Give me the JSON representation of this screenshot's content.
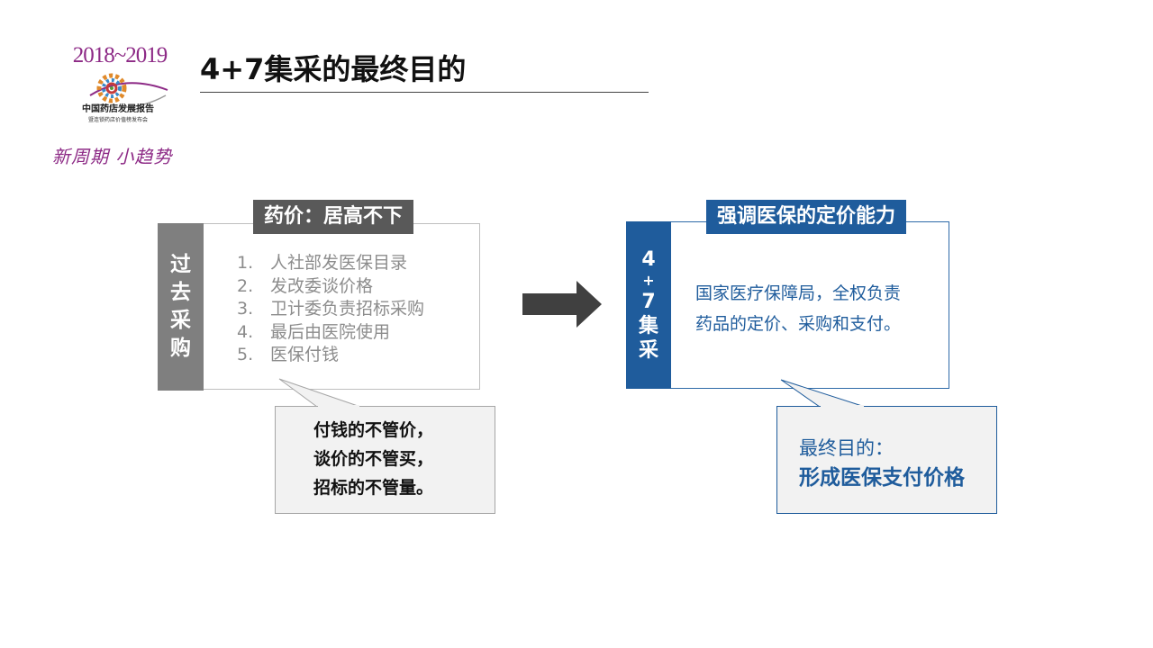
{
  "title": "4+7集采的最终目的",
  "logo": {
    "years": "2018~2019",
    "name": "中国药店发展报告",
    "subtitle": "暨连锁药店价值榜发布会",
    "slogan": "新周期 小趋势"
  },
  "left": {
    "tag": "药价：居高不下",
    "side_chars": [
      "过",
      "去",
      "采",
      "购"
    ],
    "steps": [
      {
        "num": "1.",
        "text": "人社部发医保目录"
      },
      {
        "num": "2.",
        "text": "发改委谈价格"
      },
      {
        "num": "3.",
        "text": "卫计委负责招标采购"
      },
      {
        "num": "4.",
        "text": "最后由医院使用"
      },
      {
        "num": "5.",
        "text": "医保付钱"
      }
    ],
    "callout_lines": [
      "付钱的不管价，",
      "谈价的不管买，",
      "招标的不管量。"
    ]
  },
  "right": {
    "tag": "强调医保的定价能力",
    "side_chars": [
      "4",
      "+",
      "7",
      "集",
      "采"
    ],
    "body_lines": [
      "国家医疗保障局，全权负责",
      "药品的定价、采购和支付。"
    ],
    "callout_line1": "最终目的：",
    "callout_line2": "形成医保支付价格"
  },
  "colors": {
    "gray_dark": "#595959",
    "gray_mid": "#7f7f7f",
    "blue": "#1f5c9c",
    "logo_purple": "#8d2a86"
  }
}
